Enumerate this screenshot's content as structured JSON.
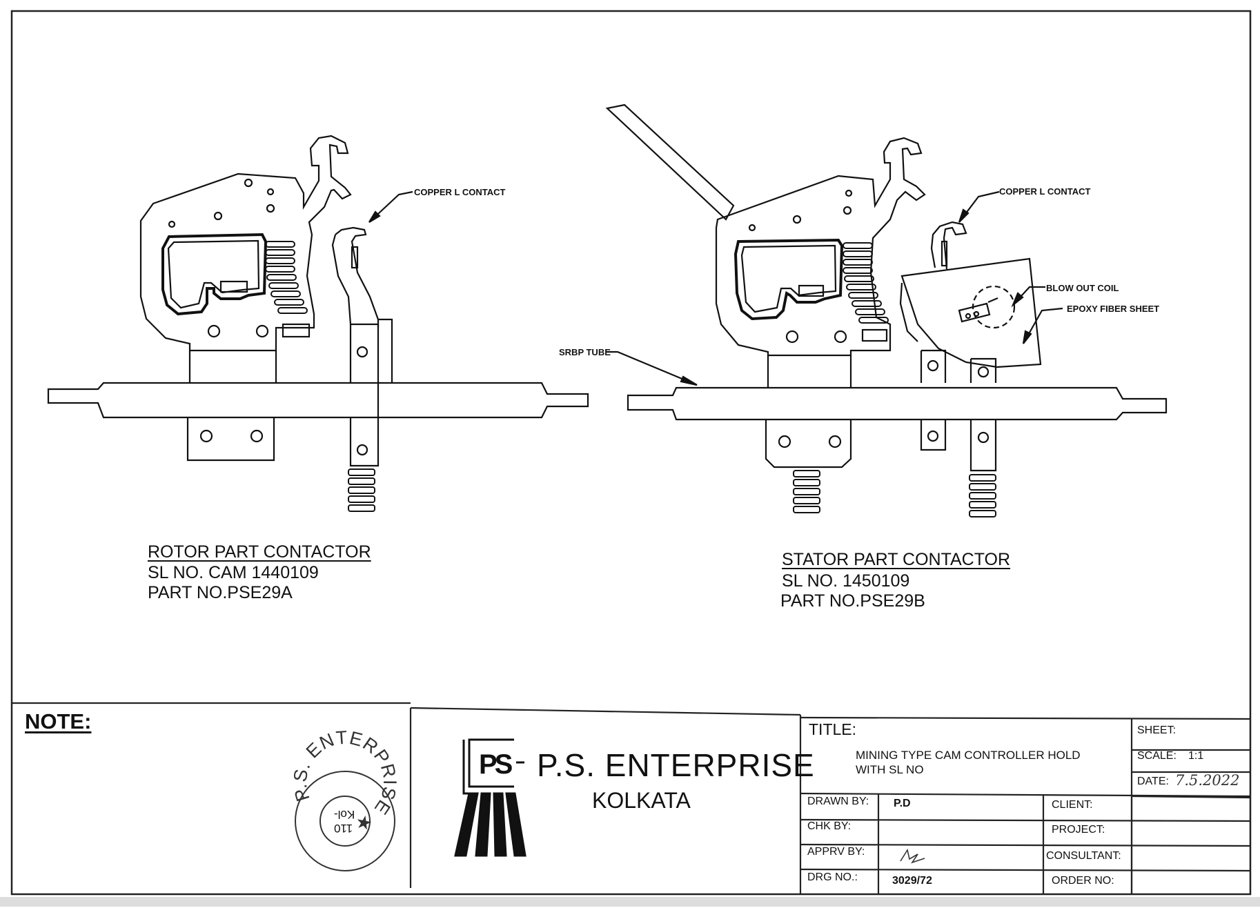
{
  "labels": {
    "rotor_copper_l_contact": "COPPER L CONTACT",
    "stator_copper_l_contact": "COPPER L CONTACT",
    "blow_out_coil": "BLOW OUT COIL",
    "epoxy_fiber_sheet": "EPOXY FIBER SHEET",
    "srbp_tube": "SRBP TUBE"
  },
  "rotor": {
    "title": "ROTOR PART CONTACTOR",
    "sl_no": "SL NO. CAM 1440109",
    "part_no": "PART NO.PSE29A"
  },
  "stator": {
    "title": "STATOR  PART CONTACTOR",
    "sl_no": "SL NO.  1450109",
    "part_no": "PART NO.PSE29B"
  },
  "note": {
    "heading": "NOTE:"
  },
  "stamp": {
    "ring_text": "P.S. ENTERPRISE",
    "center_line1": "Kol-",
    "center_line2": "110"
  },
  "company": {
    "logo_letters": "PS",
    "name": "P.S. ENTERPRISE",
    "city": "KOLKATA"
  },
  "title_block": {
    "title_label": "TITLE:",
    "title_line1": "MINING TYPE CAM CONTROLLER HOLD",
    "title_line2": "WITH SL NO",
    "sheet_label": "SHEET:",
    "scale_label": "SCALE:",
    "scale_value": "1:1",
    "date_label": "DATE:",
    "date_value": "7.5.2022",
    "drawn_by_label": "DRAWN BY:",
    "drawn_by_value": "P.D",
    "chk_by_label": "CHK BY:",
    "apprv_by_label": "APPRV BY:",
    "drg_no_label": "DRG NO.:",
    "drg_no_value": "3029/72",
    "client_label": "CLIENT:",
    "project_label": "PROJECT:",
    "consultant_label": "CONSULTANT:",
    "order_no_label": "ORDER NO:"
  }
}
